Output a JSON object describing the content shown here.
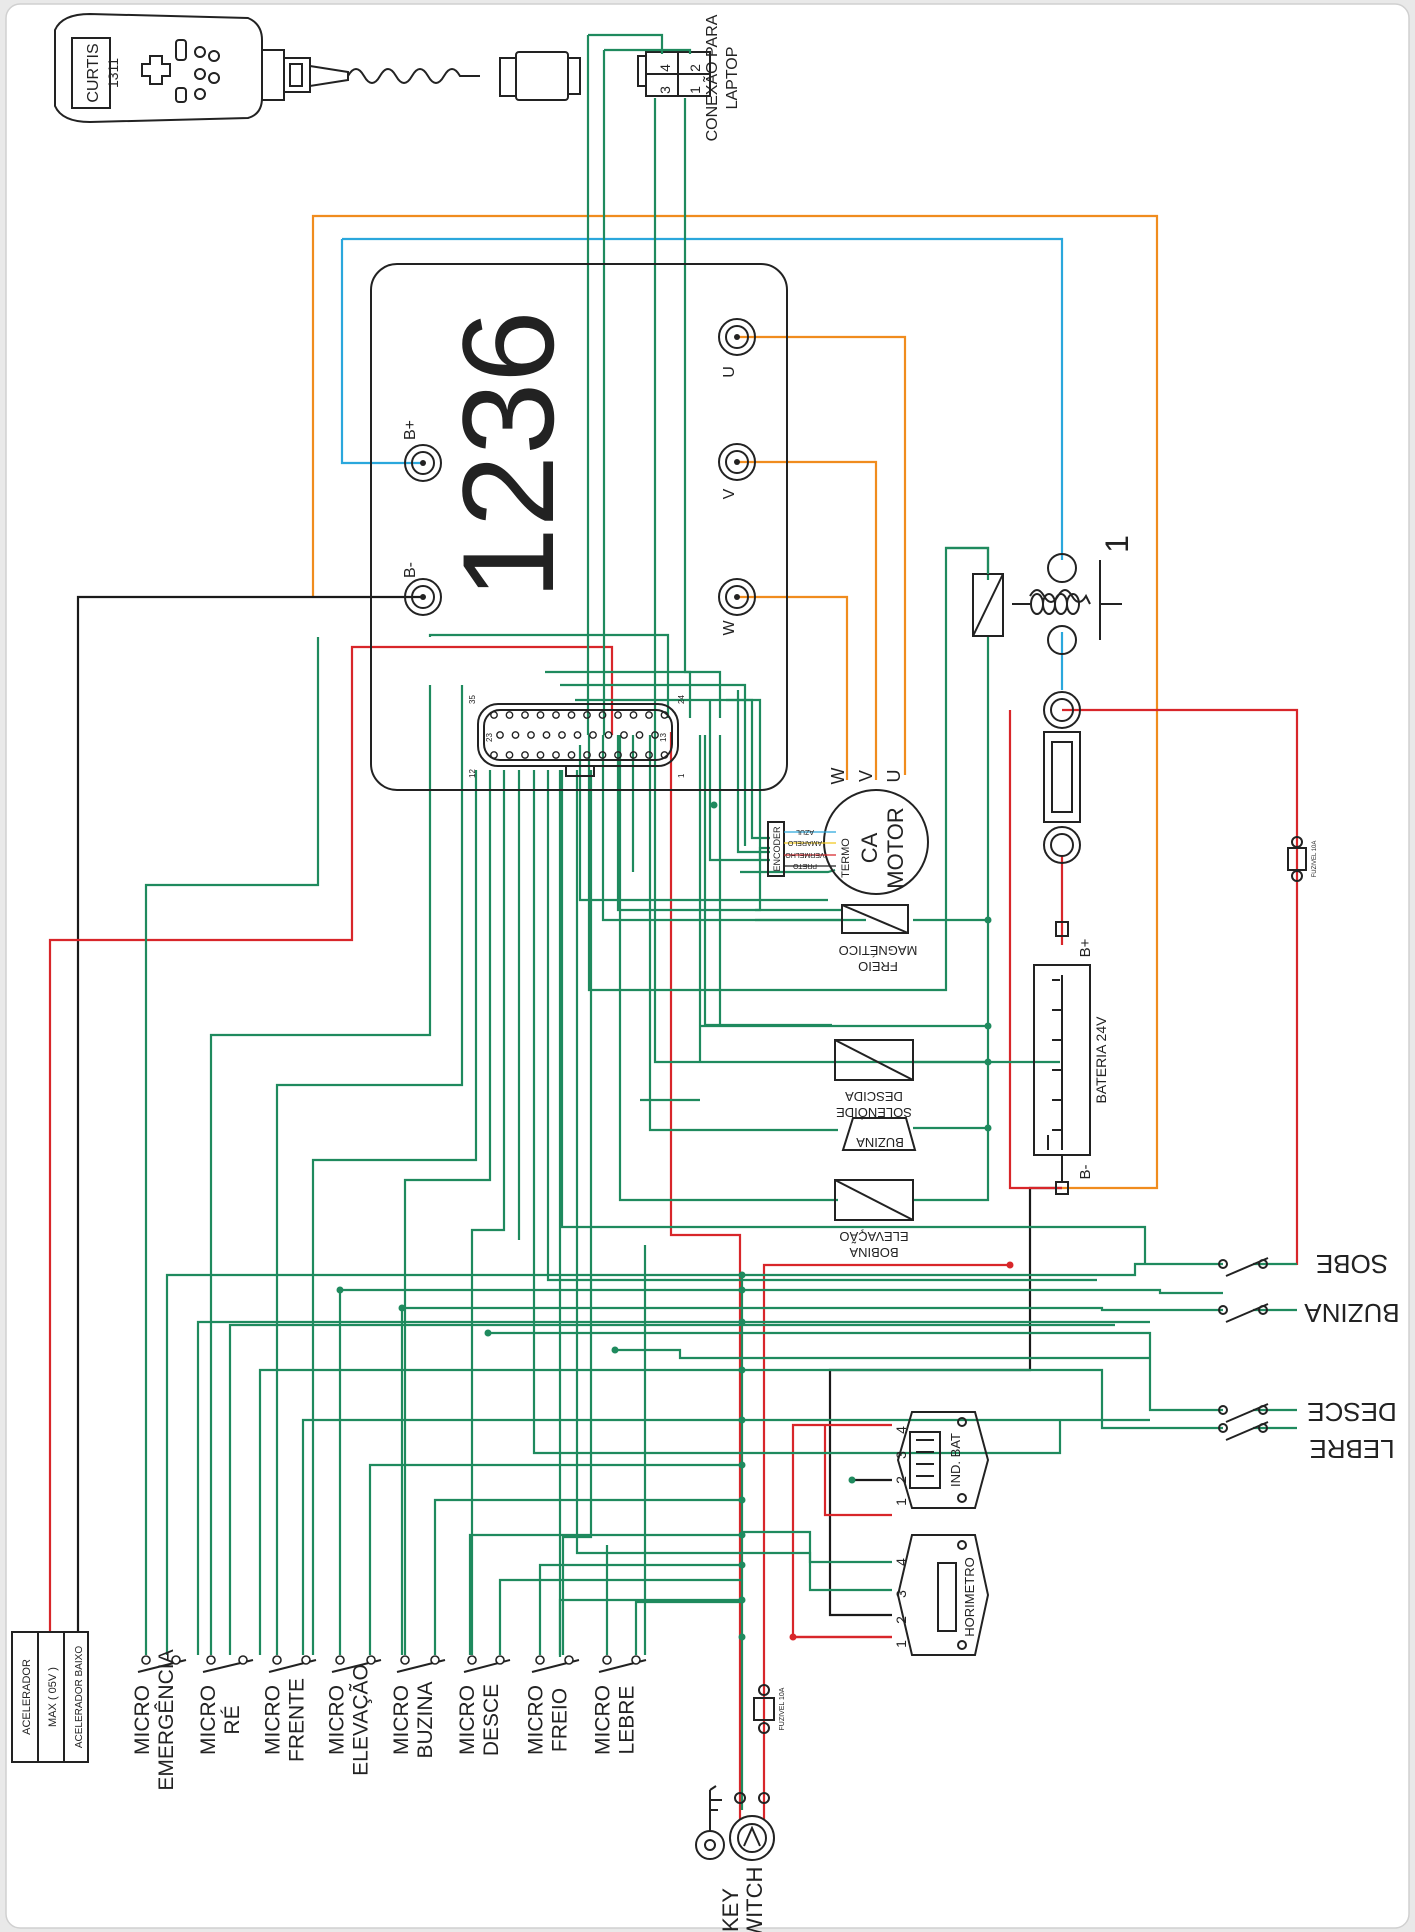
{
  "colors": {
    "wire_green": "#1f8a5e",
    "wire_red": "#d8262a",
    "wire_orange": "#f08c1e",
    "wire_blue": "#2aa7dc",
    "wire_black": "#1a1a1a",
    "background": "#e9e9e9",
    "sheet": "#ffffff"
  },
  "programmer": {
    "model": "CURTIS",
    "number": "1311"
  },
  "laptop_connector": {
    "label_line1": "CONEXÃO PARA",
    "label_line2": "LAPTOP",
    "pins": [
      "4",
      "3",
      "2",
      "1"
    ]
  },
  "controller": {
    "model": "1236",
    "terminals": {
      "bplus": "B+",
      "bminus": "B-",
      "u": "U",
      "v": "V",
      "w": "W"
    },
    "pin_labels": {
      "p35": "35",
      "p24": "24",
      "p23": "23",
      "p13": "13",
      "p12": "12",
      "p1": "1"
    }
  },
  "motor": {
    "label_line1": "CA",
    "label_line2": "MOTOR",
    "phases": [
      "W",
      "V",
      "U"
    ],
    "termo": "TERMO",
    "encoder": "ENCODER",
    "encoder_wires": [
      "AZUL",
      "AMARELO",
      "VERMELHO",
      "PRETO"
    ]
  },
  "contactor": {
    "number": "1"
  },
  "battery": {
    "label": "BATERIA 24V",
    "plus": "B+",
    "minus": "B-"
  },
  "fuses": {
    "main": "FUZIVEL 10A",
    "key": "FUZIVEL 10A"
  },
  "coils": {
    "freio": [
      "FREIO",
      "MAGNÉTICO"
    ],
    "solenoide": [
      "SOLENÓIDE",
      "DESCIDA"
    ],
    "buzina": [
      "BUZINA"
    ],
    "bobina": [
      "BOBINA",
      "ELEVAÇÃO"
    ]
  },
  "right_switches": [
    "SOBE",
    "BUZINA",
    "DESCE",
    "LEBRE"
  ],
  "ind_bat": {
    "label": "IND. BAT",
    "pins": [
      "4",
      "3",
      "2",
      "1"
    ]
  },
  "horimetro": {
    "label": "HORIMETRO",
    "pins": [
      "4",
      "3",
      "2",
      "1"
    ]
  },
  "accelerator": {
    "rows": [
      "ACELERADOR",
      "MAX ( 05V )",
      "ACELERADOR BAIXO"
    ]
  },
  "micro_switches": [
    {
      "line1": "MICRO",
      "line2": "EMERGÊNCIA"
    },
    {
      "line1": "MICRO",
      "line2": "RÉ"
    },
    {
      "line1": "MICRO",
      "line2": "FRENTE"
    },
    {
      "line1": "MICRO",
      "line2": "ELEVAÇÃO"
    },
    {
      "line1": "MICRO",
      "line2": "BUZINA"
    },
    {
      "line1": "MICRO",
      "line2": "DESCE"
    },
    {
      "line1": "MICRO",
      "line2": "FREIO"
    },
    {
      "line1": "MICRO",
      "line2": "LEBRE"
    }
  ],
  "key_switch": {
    "line1": "KEY",
    "line2": "SWITCH"
  }
}
